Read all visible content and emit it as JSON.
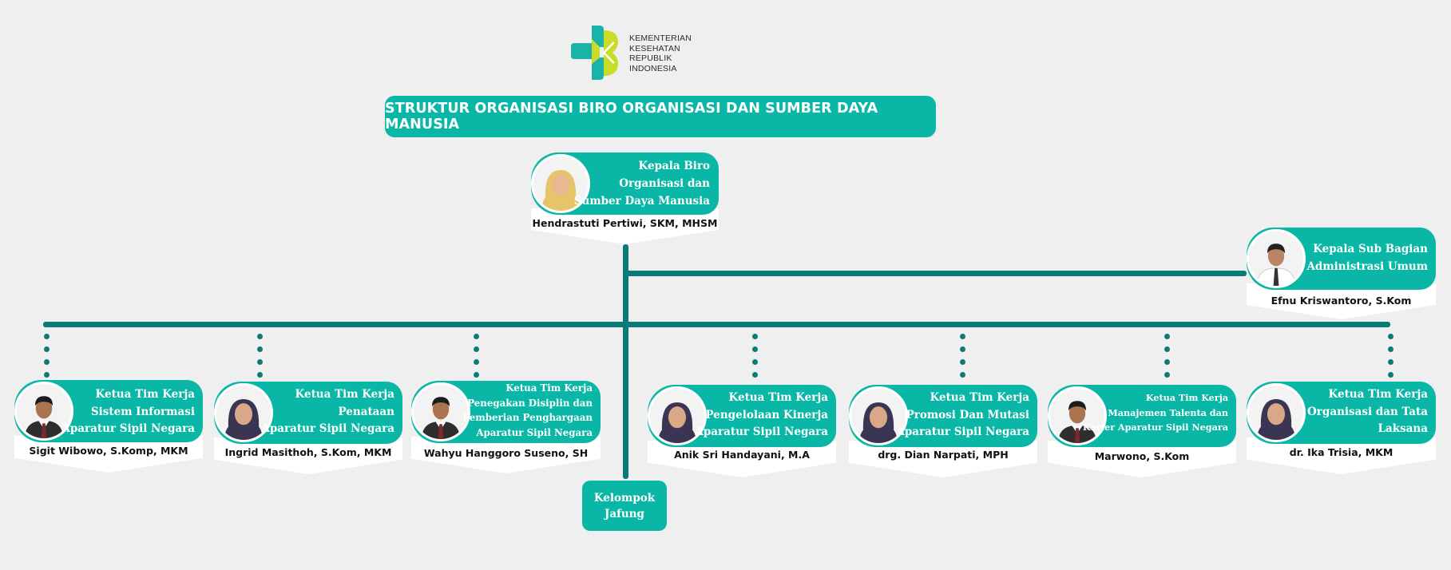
{
  "logo": {
    "lines": [
      "KEMENTERIAN",
      "KESEHATAN",
      "REPUBLIK",
      "INDONESIA"
    ],
    "colors": {
      "teal": "#1bb3a8",
      "lime": "#c9dc28"
    }
  },
  "title": "STRUKTUR ORGANISASI BIRO ORGANISASI DAN SUMBER DAYA MANUSIA",
  "head": {
    "role": "Kepala Biro\nOrganisasi dan\nSumber Daya Manusia",
    "name": "Hendrastuti Pertiwi, SKM, MHSM",
    "photo_icon": "woman-hijab-avatar-icon"
  },
  "subbag": {
    "role": "Kepala Sub Bagian\nAdministrasi Umum",
    "name": "Efnu Kriswantoro, S.Kom",
    "photo_icon": "man-avatar-icon"
  },
  "teams": [
    {
      "role": "Ketua Tim Kerja\nSistem Informasi\nAparatur Sipil Negara",
      "name": "Sigit Wibowo, S.Komp, MKM",
      "photo_icon": "man-avatar-icon"
    },
    {
      "role": "Ketua Tim Kerja\nPenataan\nAparatur Sipil Negara",
      "name": "Ingrid Masithoh, S.Kom, MKM",
      "photo_icon": "woman-hijab-avatar-icon"
    },
    {
      "role": "Ketua Tim Kerja\nPenegakan Disiplin dan\nPemberian Penghargaan\nAparatur Sipil Negara",
      "name": "Wahyu Hanggoro Suseno, SH",
      "photo_icon": "man-avatar-icon"
    },
    {
      "role": "Ketua Tim Kerja\nPengelolaan Kinerja\nAparatur Sipil Negara",
      "name": "Anik Sri Handayani, M.A",
      "photo_icon": "woman-hijab-avatar-icon"
    },
    {
      "role": "Ketua Tim Kerja\nPromosi Dan Mutasi\nAparatur Sipil Negara",
      "name": "drg. Dian Narpati, MPH",
      "photo_icon": "woman-hijab-avatar-icon"
    },
    {
      "role": "Ketua Tim Kerja\nManajemen Talenta dan\nKarier Aparatur Sipil Negara",
      "name": "Marwono, S.Kom",
      "photo_icon": "man-avatar-icon"
    },
    {
      "role": "Ketua Tim Kerja\nOrganisasi dan Tata\nLaksana",
      "name": "dr. Ika Trisia, MKM",
      "photo_icon": "woman-hijab-avatar-icon"
    }
  ],
  "jafung": "Kelompok\nJafung",
  "colors": {
    "teal": "#0ab7a6",
    "connector": "#0b7b7a",
    "background": "#efefef"
  }
}
